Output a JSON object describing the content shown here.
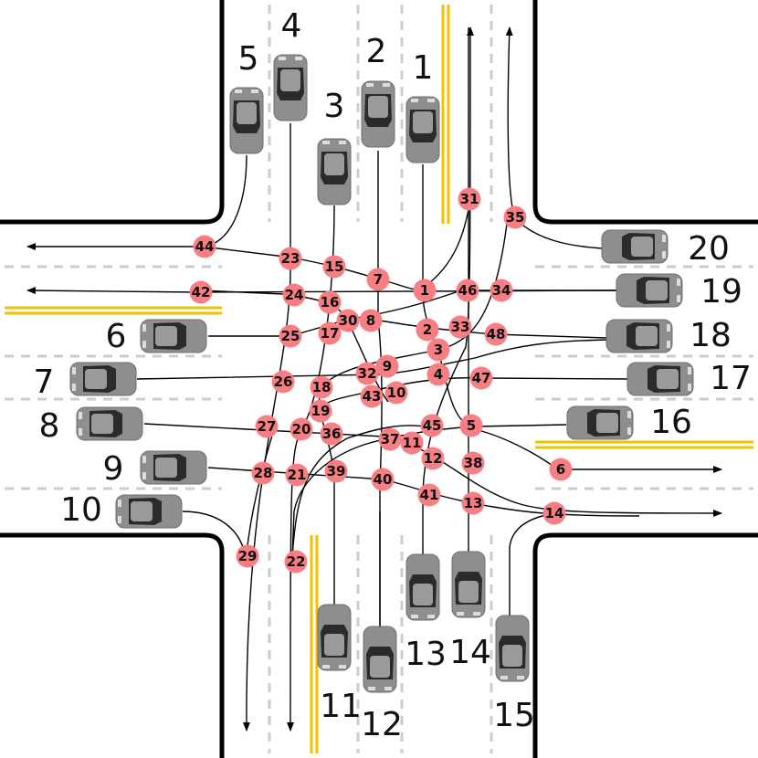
{
  "car_labels": [
    "1",
    "2",
    "3",
    "4",
    "5",
    "6",
    "7",
    "8",
    "9",
    "10",
    "11",
    "12",
    "13",
    "14",
    "15",
    "16",
    "17",
    "18",
    "19",
    "20"
  ],
  "conflict_points": [
    "1",
    "2",
    "3",
    "4",
    "5",
    "6",
    "7",
    "8",
    "9",
    "10",
    "11",
    "12",
    "13",
    "14",
    "15",
    "16",
    "17",
    "18",
    "19",
    "20",
    "21",
    "22",
    "23",
    "24",
    "25",
    "26",
    "27",
    "28",
    "29",
    "30",
    "31",
    "32",
    "33",
    "34",
    "35",
    "36",
    "37",
    "38",
    "39",
    "40",
    "41",
    "42",
    "43",
    "44",
    "45",
    "46",
    "47",
    "48"
  ],
  "colors": {
    "road_edge": "#000000",
    "lane_divider": "#cccccc",
    "center_line": "#f2c200",
    "car_body": "#8e8e8e",
    "car_glass": "#2b2b2b",
    "conflict_point": "#f77f84",
    "path": "#000000"
  }
}
